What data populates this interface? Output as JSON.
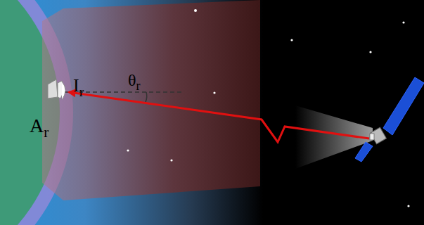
{
  "diagram": {
    "labels": [
      "Ir",
      "θr",
      "Ar"
    ]
  }
}
